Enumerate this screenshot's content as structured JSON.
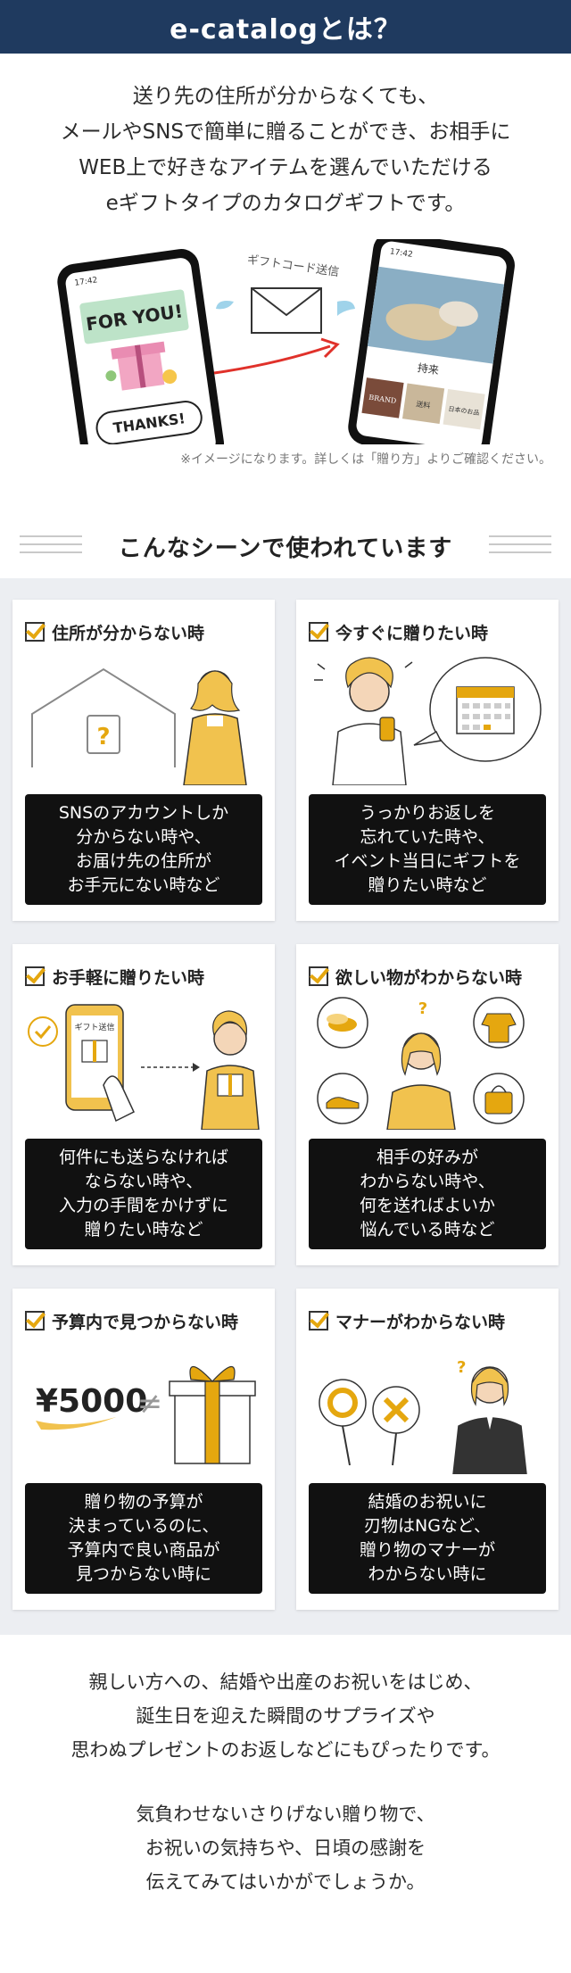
{
  "header": {
    "title": "e-catalogとは？"
  },
  "intro": {
    "lines": [
      "送り先の住所が分からなくても、",
      "メールやSNSで簡単に贈ることができ、お相手に",
      "WEB上で好きなアイテムを選んでいただける",
      "eギフトタイプのカタログギフトです。"
    ]
  },
  "illustration": {
    "phone_left_time": "17:42",
    "phone_right_time": "17:42",
    "for_you": "FOR YOU!",
    "thanks": "THANKS!",
    "send_label": "ギフトコード送信",
    "catalog_title": "持来",
    "tile_brand": "BRAND",
    "tile_1": "送料",
    "tile_2": "日本のお品"
  },
  "note": "※イメージになります。詳しくは「贈り方」よりご確認ください。",
  "scenes": {
    "title": "こんなシーンで使われています",
    "cards": [
      {
        "title": "住所が分からない時",
        "desc": "SNSのアカウントしか\n分からない時や、\nお届け先の住所が\nお手元にない時など"
      },
      {
        "title": "今すぐに贈りたい時",
        "desc": "うっかりお返しを\n忘れていた時や、\nイベント当日にギフトを\n贈りたい時など"
      },
      {
        "title": "お手軽に贈りたい時",
        "desc": "何件にも送らなければ\nならない時や、\n入力の手間をかけずに\n贈りたい時など",
        "illus_label": "ギフト送信"
      },
      {
        "title": "欲しい物がわからない時",
        "desc": "相手の好みが\nわからない時や、\n何を送ればよいか\n悩んでいる時など"
      },
      {
        "title": "予算内で見つからない時",
        "desc": "贈り物の予算が\n決まっているのに、\n予算内で良い商品が\n見つからない時に",
        "illus_label": "¥5000"
      },
      {
        "title": "マナーがわからない時",
        "desc": "結婚のお祝いに\n刃物はNGなど、\n贈り物のマナーが\nわからない時に"
      }
    ]
  },
  "outro": {
    "p1": [
      "親しい方への、結婚や出産のお祝いをはじめ、",
      "誕生日を迎えた瞬間のサプライズや",
      "思わぬプレゼントのお返しなどにもぴったりです。"
    ],
    "p2": [
      "気負わせないさりげない贈り物で、",
      "お祝いの気持ちや、日頃の感謝を",
      "伝えてみてはいかがでしょうか。"
    ]
  },
  "colors": {
    "header_bg": "#1f3a5f",
    "accent": "#e5a70f",
    "desc_bg": "#111111"
  }
}
